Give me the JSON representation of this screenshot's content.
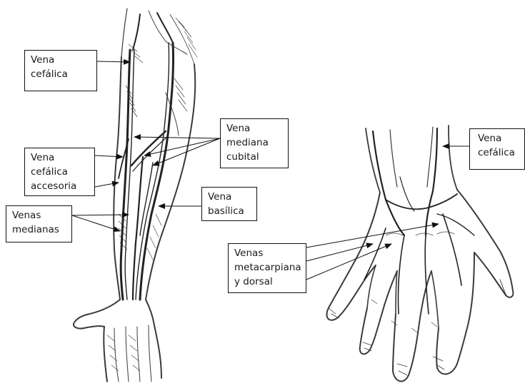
{
  "labels": {
    "cefalica": "Vena\ncefálica",
    "mediana_cubital": "Vena\nmediana\ncubital",
    "cefalica_accesoria": "Vena\ncefálica\naccesoria",
    "basilica": "Vena\nbasílica",
    "venas_medianas": "Venas\nmedianas",
    "metacarpiana_dorsal": "Venas\nmetacarpiana\ny dorsal",
    "cefalica_mano": "Vena\ncefálica"
  },
  "colors": {
    "line": "#111111",
    "sketch": "#3a3a3a",
    "vein": "#222222",
    "background": "#ffffff"
  }
}
